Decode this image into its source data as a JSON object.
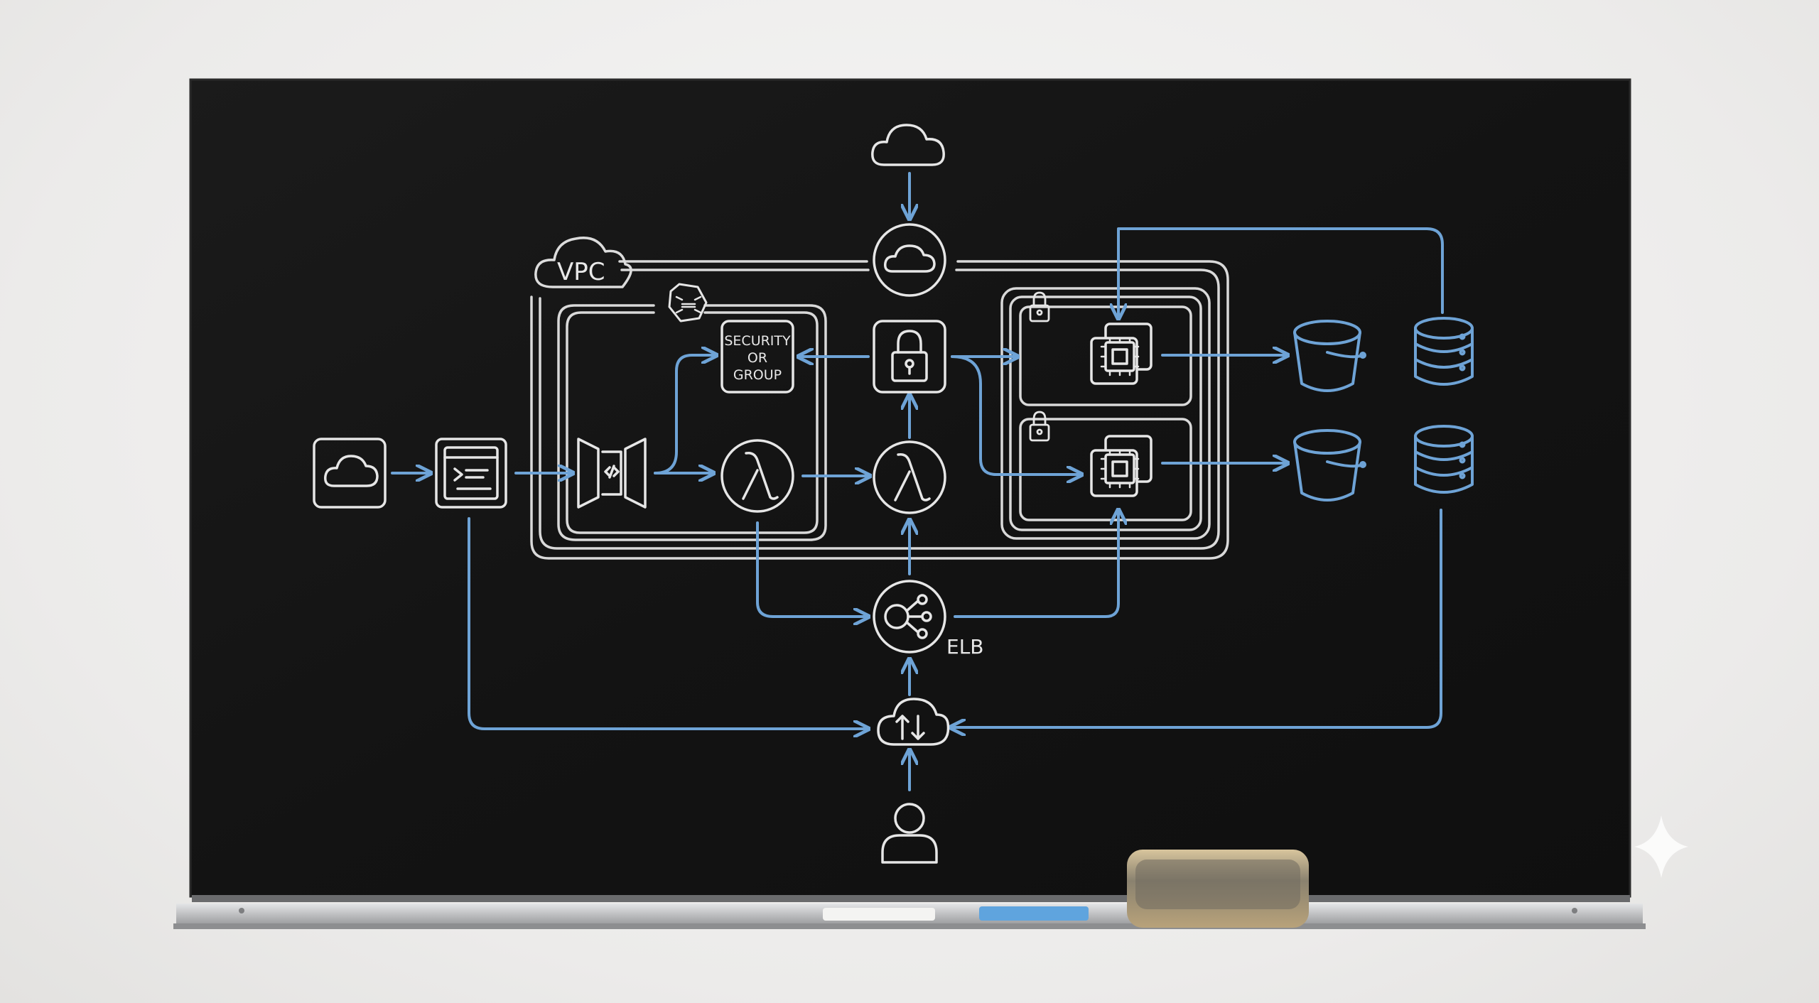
{
  "diagram": {
    "labels": {
      "vpc": "VPC",
      "security_group": [
        "SECURITY",
        "OR",
        "GROUP"
      ],
      "elb": "ELB"
    },
    "icons": [
      "cloud-icon-top",
      "cloud-icon-vpc-gateway",
      "cloud-icon-left",
      "browser-icon",
      "api-gateway-icon",
      "router-icon",
      "security-group-box",
      "lambda-icon-1",
      "lock-icon",
      "lambda-icon-2",
      "elb-icon",
      "cloud-sync-icon",
      "user-icon",
      "padlock-icon-1",
      "padlock-icon-2",
      "chip-icon-1",
      "chip-icon-2",
      "bucket-icon-1",
      "bucket-icon-2",
      "database-icon-1",
      "database-icon-2"
    ],
    "colors": {
      "board": "#141414",
      "chalk_white": "#e8e8e8",
      "chalk_blue": "#6ea3d6",
      "tray": "#c8c9cb",
      "eraser": "#c9b48a"
    }
  }
}
